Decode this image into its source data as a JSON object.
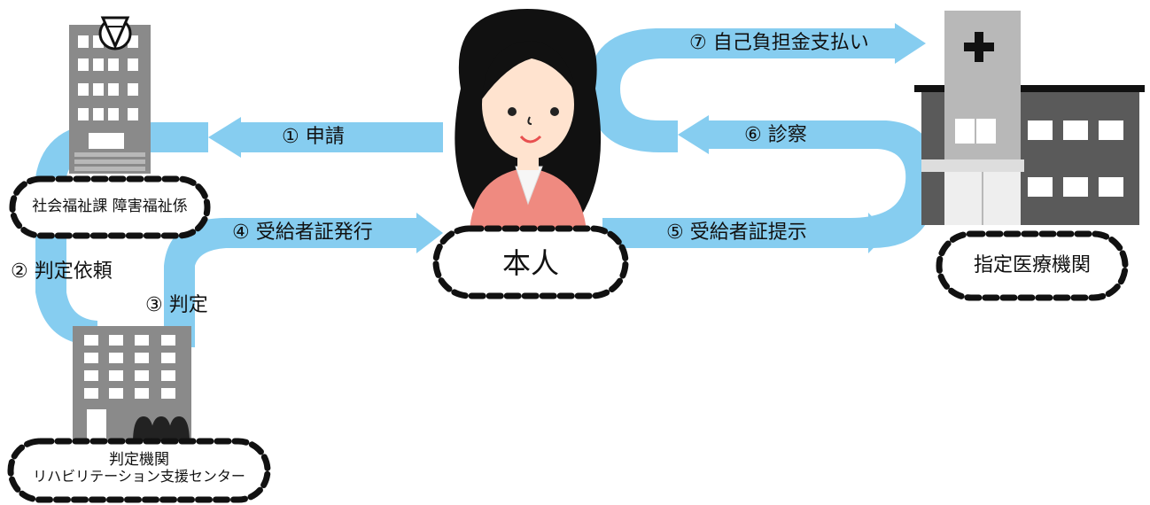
{
  "colors": {
    "flow": "#86cdf0",
    "building": "#8a8a8a",
    "building_dark": "#5a5a5a",
    "skin": "#ffe3cf",
    "blouse": "#ef8a80",
    "hair": "#111111"
  },
  "nodes": {
    "office": {
      "name": "社会福祉課 障害福祉係",
      "icon": "city-office-building-icon"
    },
    "judging": {
      "name_line1": "判定機関",
      "name_line2": "リハビリテーション支援センター",
      "icon": "office-building-icon"
    },
    "person": {
      "name": "本人",
      "icon": "woman-icon"
    },
    "hospital": {
      "name": "指定医療機関",
      "icon": "hospital-icon"
    }
  },
  "steps": {
    "s1": "① 申請",
    "s2": "② 判定依頼",
    "s3": "③ 判定",
    "s4": "④ 受給者証発行",
    "s5": "⑤ 受給者証提示",
    "s6": "⑥ 診察",
    "s7": "⑦ 自己負担金支払い"
  }
}
